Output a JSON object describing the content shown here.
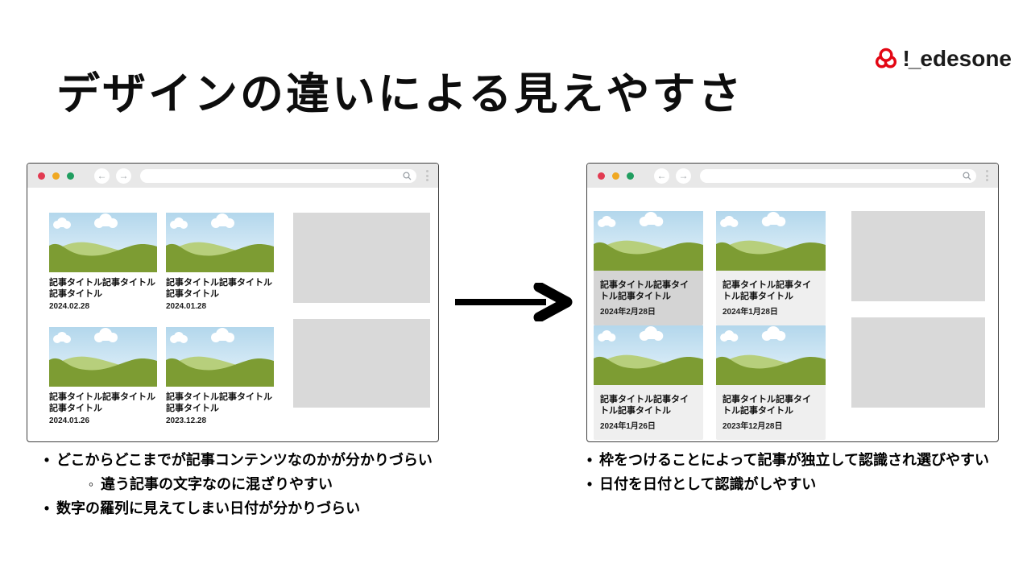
{
  "slide": {
    "title": "デザインの違いによる見えやすさ"
  },
  "logo": {
    "brand": "Ledesone",
    "mark": "!",
    "underscore": "_",
    "rest": "edesone"
  },
  "chrome": {
    "back": "←",
    "forward": "→"
  },
  "browser_left": {
    "cards": [
      {
        "title": "記事タイトル記事タイトル記事タイトル",
        "date": "2024.02.28"
      },
      {
        "title": "記事タイトル記事タイトル記事タイトル",
        "date": "2024.01.28"
      },
      {
        "title": "記事タイトル記事タイトル記事タイトル",
        "date": "2024.01.26"
      },
      {
        "title": "記事タイトル記事タイトル記事タイトル",
        "date": "2023.12.28"
      }
    ]
  },
  "browser_right": {
    "cards": [
      {
        "title": "記事タイトル記事タイトル記事タイトル",
        "date": "2024年2月28日"
      },
      {
        "title": "記事タイトル記事タイトル記事タイトル",
        "date": "2024年1月28日"
      },
      {
        "title": "記事タイトル記事タイトル記事タイトル",
        "date": "2024年1月26日"
      },
      {
        "title": "記事タイトル記事タイトル記事タイトル",
        "date": "2023年12月28日"
      }
    ]
  },
  "left_notes": {
    "items": [
      {
        "marker": "•",
        "text": "どこからどこまでが記事コンテンツなのかが分かりづらい"
      },
      {
        "marker": "◦",
        "text": "違う記事の文字なのに混ざりやすい"
      },
      {
        "marker": "•",
        "text": "数字の羅列に見えてしまい日付が分かりづらい"
      }
    ]
  },
  "right_notes": {
    "items": [
      {
        "marker": "•",
        "text": "枠をつけることによって記事が独立して認識され選びやすい"
      },
      {
        "marker": "•",
        "text": "日付を日付として認識がしやすい"
      }
    ]
  },
  "colors": {
    "logo_red": "#e30613",
    "traffic_red": "#e23b52",
    "traffic_yellow": "#f0a822",
    "traffic_green": "#219e60",
    "hill_dark": "#7d9c33",
    "hill_light": "#b7cf7c",
    "sky_top": "#b3d7ec",
    "sky_bottom": "#e8f4fb",
    "card_bg": "#efefef",
    "card_bg_active": "#d4d4d4",
    "placeholder_gray": "#d9d9d9"
  }
}
